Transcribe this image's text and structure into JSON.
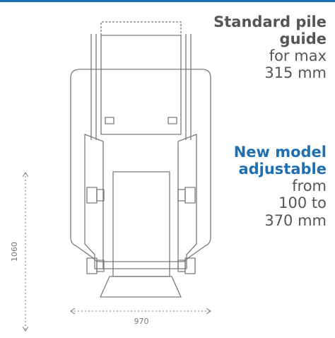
{
  "captions": {
    "standard": {
      "title_line1": "Standard pile",
      "title_line2": "guide",
      "line3": "for max",
      "line4": "315 mm"
    },
    "new_model": {
      "title_line1": "New model",
      "title_line2": "adjustable",
      "line3": "from",
      "line4": "100 to",
      "line5": "370 mm"
    }
  },
  "dimensions": {
    "height_label": "1060",
    "width_label": "970"
  },
  "colors": {
    "accent_blue": "#1f6fb2",
    "top_rule": "#1a6fb0",
    "caption_gray": "#555555",
    "line_gray": "#7a7a7a"
  }
}
